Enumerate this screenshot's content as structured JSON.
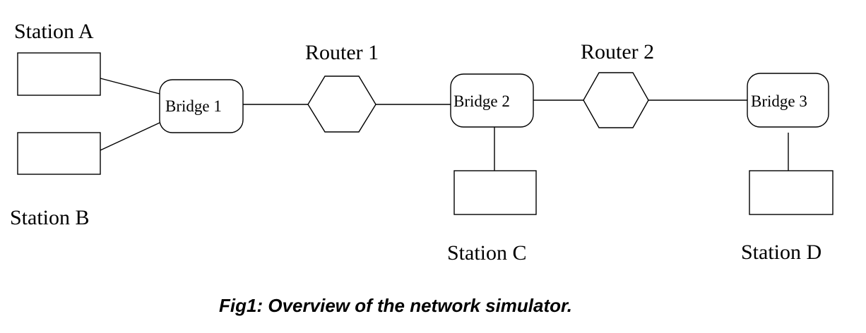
{
  "stations": {
    "a": "Station A",
    "b": "Station B",
    "c": "Station C",
    "d": "Station D"
  },
  "routers": {
    "r1": "Router 1",
    "r2": "Router 2"
  },
  "bridges": {
    "b1": "Bridge 1",
    "b2": "Bridge 2",
    "b3": "Bridge 3"
  },
  "caption": "Fig1: Overview of the network simulator."
}
